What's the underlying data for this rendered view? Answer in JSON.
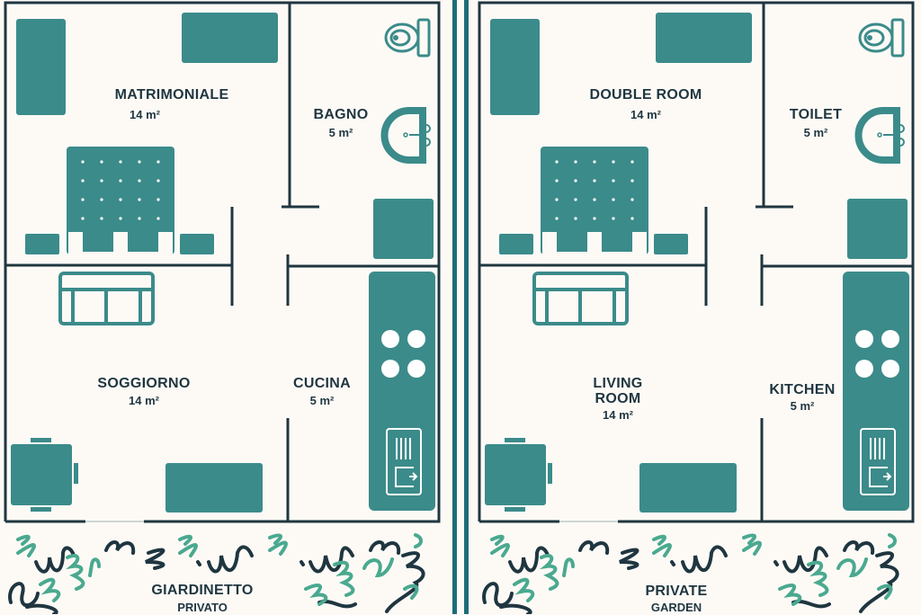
{
  "colors": {
    "wall": "#1f3640",
    "furniture": "#3b8b8a",
    "background": "#fdfaf6",
    "divider": "#1c6d78",
    "squiggle_green": "#4aa98f"
  },
  "plans": [
    {
      "language": "it",
      "bedroom": {
        "name": "MATRIMONIALE",
        "area": "14 m²"
      },
      "bathroom": {
        "name": "BAGNO",
        "area": "5 m²"
      },
      "living": {
        "name": "SOGGIORNO",
        "area": "14 m²"
      },
      "kitchen": {
        "name": "CUCINA",
        "area": "5 m²"
      },
      "garden": {
        "line1": "GIARDINETTO",
        "line2": "PRIVATO"
      }
    },
    {
      "language": "en",
      "bedroom": {
        "name": "DOUBLE ROOM",
        "area": "14 m²"
      },
      "bathroom": {
        "name": "TOILET",
        "area": "5 m²"
      },
      "living": {
        "name": "LIVING ROOM",
        "area": "14 m²"
      },
      "kitchen": {
        "name": "KITCHEN",
        "area": "5 m²"
      },
      "garden": {
        "line1": "PRIVATE",
        "line2": "GARDEN"
      }
    }
  ]
}
